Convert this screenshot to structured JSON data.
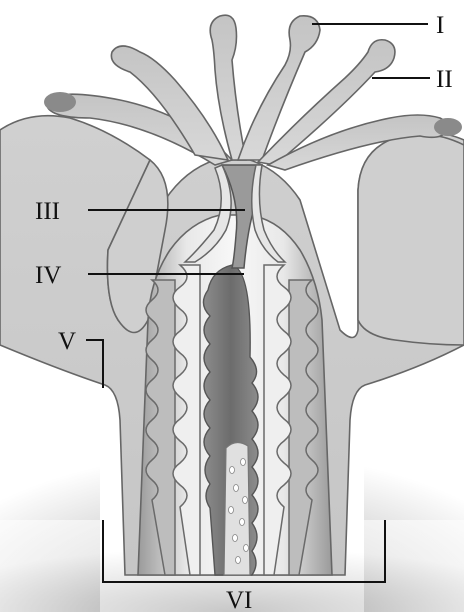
{
  "labels": {
    "I": "I",
    "II": "II",
    "III": "III",
    "IV": "IV",
    "V": "V",
    "VI": "VI"
  },
  "colors": {
    "body": "#d2d2d2",
    "body_outline": "#6a6a6a",
    "tentacle": "#c8c8c8",
    "cavity_light": "#f5f5f5",
    "cavity_dark": "#8a8a8a",
    "label_text": "#111111"
  }
}
